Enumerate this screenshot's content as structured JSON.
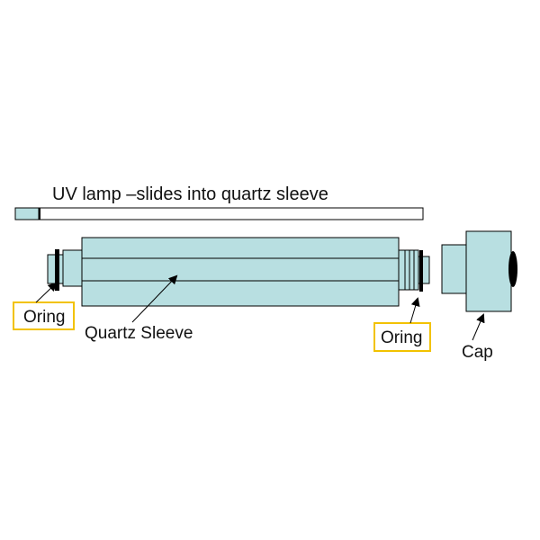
{
  "diagram": {
    "title": "UV lamp –slides into quartz sleeve",
    "labels": {
      "oring_left": "Oring",
      "quartz_sleeve": "Quartz Sleeve",
      "oring_right": "Oring",
      "cap": "Cap"
    }
  },
  "colors": {
    "part_fill": "#b8dfe1",
    "outline": "#000000",
    "highlight_box": "#f2c200",
    "lamp_end": "#b8dfe1"
  }
}
